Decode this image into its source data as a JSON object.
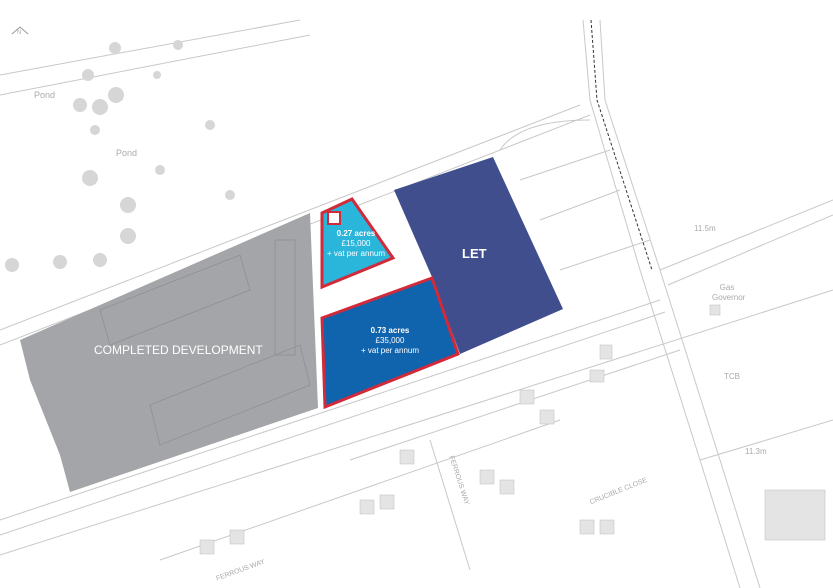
{
  "map": {
    "north_label": "N",
    "pond_labels": [
      "Pond",
      "Pond"
    ],
    "plots": [
      {
        "id": "plot-a",
        "area": "0.27 acres",
        "price": "£15,000",
        "terms": "+ vat per annum",
        "color": "#2ab5db"
      },
      {
        "id": "plot-b",
        "area": "0.73 acres",
        "price": "£35,000",
        "terms": "+ vat per annum",
        "color": "#1063ad"
      }
    ],
    "let_unit": {
      "label": "LET",
      "color": "#404e8e"
    },
    "completed": {
      "label": "COMPLETED DEVELOPMENT",
      "color": "#a3a5a8"
    },
    "boundary_color": "#d12a3a",
    "annotations": {
      "level_1": "11.5m",
      "gas_governor": "Gas Governor",
      "tcb": "TCB",
      "level_2": "11.3m"
    },
    "streets": [
      "FERROUS WAY",
      "FERROUS WAY",
      "CRUCIBLE CLOSE"
    ]
  }
}
